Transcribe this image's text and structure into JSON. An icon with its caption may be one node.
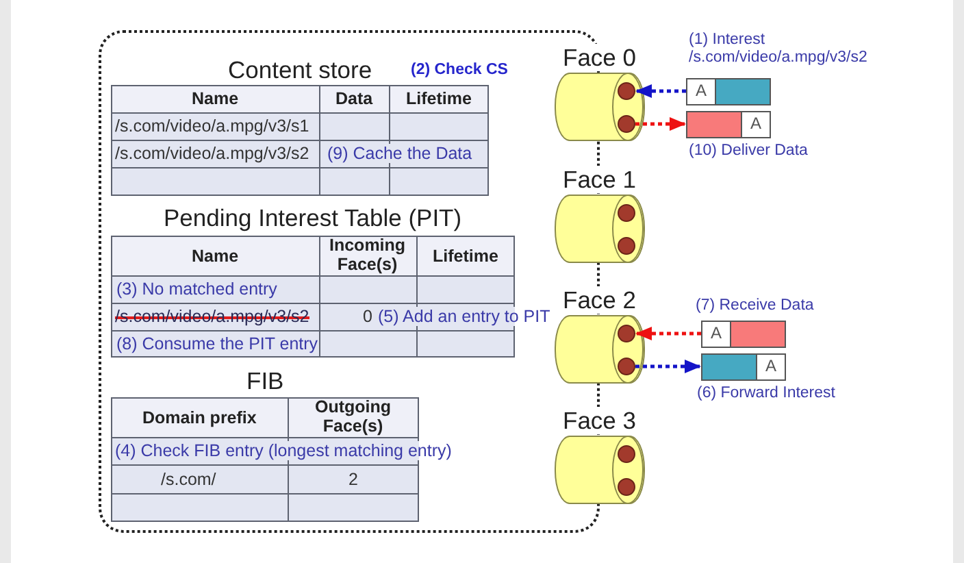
{
  "diagram": {
    "nodes": [
      {
        "text": [],
        "shape": "box"
      },
      {
        "text": [
          "Content store",
          "Name",
          "Data",
          "Lifetime",
          "/s.com/video/a.mpg/v3/s1",
          "/s.com/video/a.mpg/v3/s2",
          "(9) Cache the Data"
        ],
        "beside": [
          "(2) Check CS"
        ],
        "in": 0
      },
      {
        "text": [
          "Pending Interest Table (PIT)",
          "Name",
          "Incoming Face(s)",
          "Lifetime",
          "(3) No matched entry",
          "/s.com/video/a.mpg/v3/s2",
          "0",
          "(5) Add an entry to PIT",
          "(8) Consume the PIT entry"
        ],
        "in": 0
      },
      {
        "text": [
          "FIB",
          "Domain prefix",
          "Outgoing Face(s)",
          "(4) Check FIB entry (longest matching entry)",
          "/s.com/",
          "2"
        ],
        "in": 0
      },
      {
        "text": [
          "Face 0"
        ]
      },
      {
        "text": [],
        "shape": "circle",
        "in": 4
      },
      {
        "text": [],
        "shape": "circle",
        "in": 4
      },
      {
        "text": [
          "Face 1"
        ]
      },
      {
        "text": [],
        "shape": "circle",
        "in": 7
      },
      {
        "text": [],
        "shape": "circle",
        "in": 7
      },
      {
        "text": [
          "Face 2"
        ]
      },
      {
        "text": [],
        "shape": "circle",
        "in": 10
      },
      {
        "text": [],
        "shape": "circle",
        "in": 10
      },
      {
        "text": [
          "Face 3"
        ]
      },
      {
        "text": [],
        "shape": "circle",
        "in": 13
      },
      {
        "text": [],
        "shape": "circle",
        "in": 13
      },
      {
        "text": [
          "A"
        ],
        "beside": [
          "(1) Interest /s.com/video/a.mpg/v3/s2"
        ]
      },
      {
        "text": [
          "A"
        ],
        "beside": [
          "(10) Deliver Data"
        ]
      },
      {
        "text": [
          "A"
        ],
        "beside": [
          "(7) Receive Data"
        ]
      },
      {
        "text": [
          "A"
        ],
        "beside": [
          "(6) Forward Interest"
        ]
      }
    ],
    "edges": [
      {
        "from": 16,
        "to": 5,
        "arrow": "to",
        "style": "dashed",
        "color": "#1414c8"
      },
      {
        "from": 6,
        "to": 17,
        "arrow": "to",
        "style": "dashed",
        "color": "#ee1111"
      },
      {
        "from": 18,
        "to": 11,
        "arrow": "to",
        "style": "dashed",
        "color": "#ee1111"
      },
      {
        "from": 12,
        "to": 19,
        "arrow": "to",
        "style": "dashed",
        "color": "#1414c8"
      }
    ]
  }
}
